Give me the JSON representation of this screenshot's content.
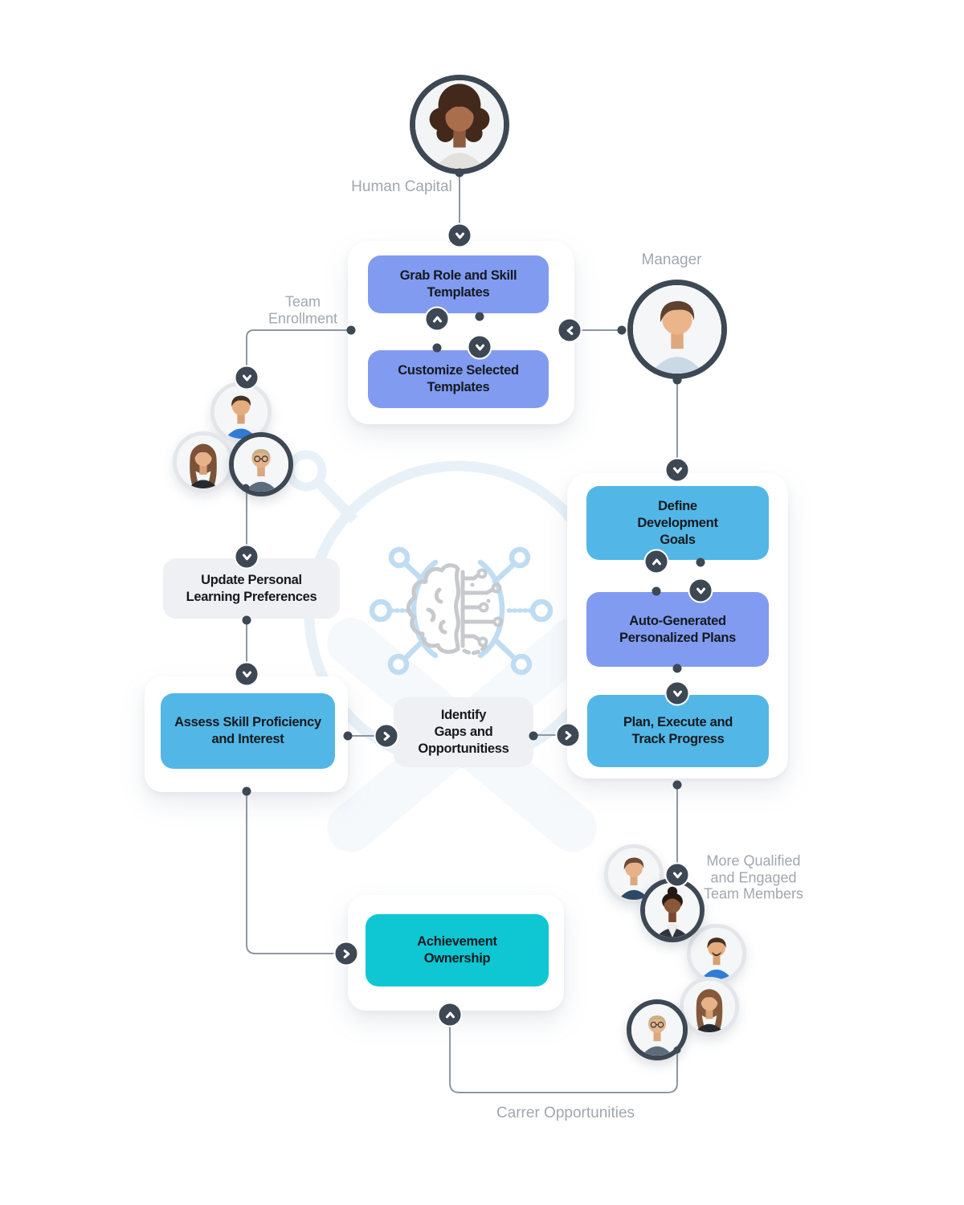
{
  "colors": {
    "periwinkle_box": "#809BF0",
    "cyan_box": "#52B7E6",
    "teal_box": "#0EC7D3",
    "gray_box": "#EFF0F3",
    "dark_connector": "#3D4854",
    "connector_line": "#8E97A5",
    "gray_label_text": "#A0A7AF",
    "box_text": "#15191F",
    "watermark_blue": "#BFDCF2"
  },
  "avatars": {
    "human_capital": {
      "label": "Human Capital"
    },
    "manager": {
      "label": "Manager"
    }
  },
  "groups": {
    "team_enrollment": {
      "label_lines": [
        "Team",
        "Enrollment"
      ]
    },
    "more_qualified": {
      "label_lines": [
        "More Qualified",
        "and Engaged",
        "Team Members"
      ]
    },
    "career": {
      "label": "Carrer Opportunities"
    }
  },
  "nodes": {
    "grab_templates": {
      "lines": [
        "Grab Role and Skill",
        "Templates"
      ],
      "style": "periwinkle"
    },
    "customize_templates": {
      "lines": [
        "Customize Selected",
        "Templates"
      ],
      "style": "periwinkle"
    },
    "define_goals": {
      "lines": [
        "Define",
        "Development",
        "Goals"
      ],
      "style": "cyan"
    },
    "auto_plans": {
      "lines": [
        "Auto-Generated",
        "Personalized Plans"
      ],
      "style": "periwinkle"
    },
    "plan_execute": {
      "lines": [
        "Plan, Execute and",
        "Track Progress"
      ],
      "style": "cyan"
    },
    "update_preferences": {
      "lines": [
        "Update Personal",
        "Learning Preferences"
      ],
      "style": "gray"
    },
    "assess_skills": {
      "lines": [
        "Assess Skill Proficiency",
        "and Interest"
      ],
      "style": "cyan"
    },
    "identify_gaps": {
      "lines": [
        "Identify",
        "Gaps and",
        "Opportunitiess"
      ],
      "style": "gray"
    },
    "achievement": {
      "lines": [
        "Achievement",
        "Ownership"
      ],
      "style": "teal"
    }
  }
}
